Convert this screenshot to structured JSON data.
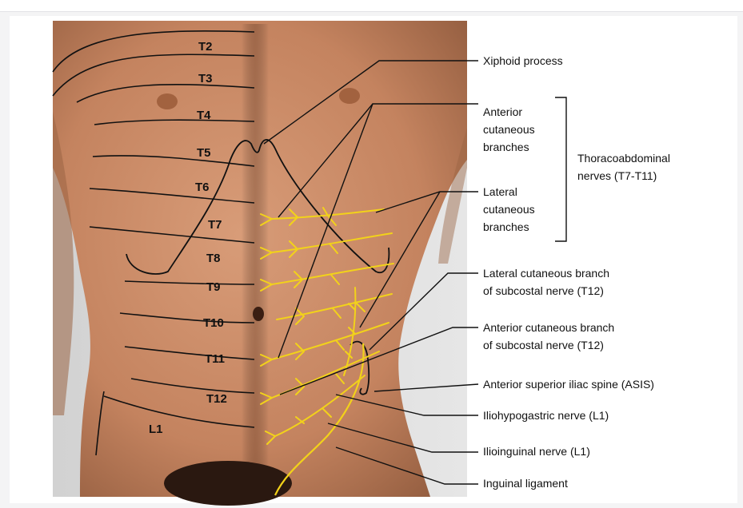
{
  "dermatomes": [
    "T2",
    "T3",
    "T4",
    "T5",
    "T6",
    "T7",
    "T8",
    "T9",
    "T10",
    "T11",
    "T12",
    "L1"
  ],
  "labels": {
    "xiphoid": "Xiphoid process",
    "anterior_branches": [
      "Anterior",
      "cutaneous",
      "branches"
    ],
    "lateral_branches": [
      "Lateral",
      "cutaneous",
      "branches"
    ],
    "thoracoabdominal": [
      "Thoracoabdominal",
      "nerves (T7-T11)"
    ],
    "lateral_subcostal": [
      "Lateral cutaneous branch",
      "of subcostal nerve (T12)"
    ],
    "anterior_subcostal": [
      "Anterior cutaneous branch",
      "of subcostal nerve (T12)"
    ],
    "asis": "Anterior superior iliac spine (ASIS)",
    "iliohypogastric": "Iliohypogastric nerve (L1)",
    "ilioinguinal": "Ilioinguinal nerve (L1)",
    "inguinal_ligament": "Inguinal ligament"
  },
  "colors": {
    "nerve": "#f2d21a",
    "skin": "#c98761",
    "line": "#111111"
  }
}
